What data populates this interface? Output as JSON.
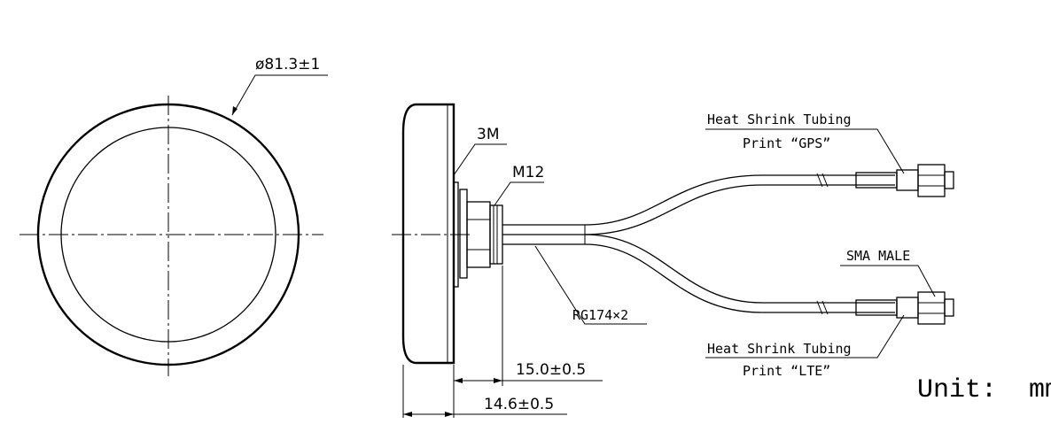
{
  "labels": {
    "diameter": "ø81.3±1",
    "adhesive": "3M",
    "thread": "M12",
    "cable": "RG174×2",
    "sleeve_top_line1": "Heat Shrink Tubing",
    "sleeve_top_line2": "Print “GPS”",
    "connector": "SMA MALE",
    "sleeve_bottom_line1": "Heat Shrink Tubing",
    "sleeve_bottom_line2": "Print “LTE”",
    "dim_thread_length": "15.0±0.5",
    "dim_height": "14.6±0.5",
    "unit": "Unit:  mm"
  }
}
